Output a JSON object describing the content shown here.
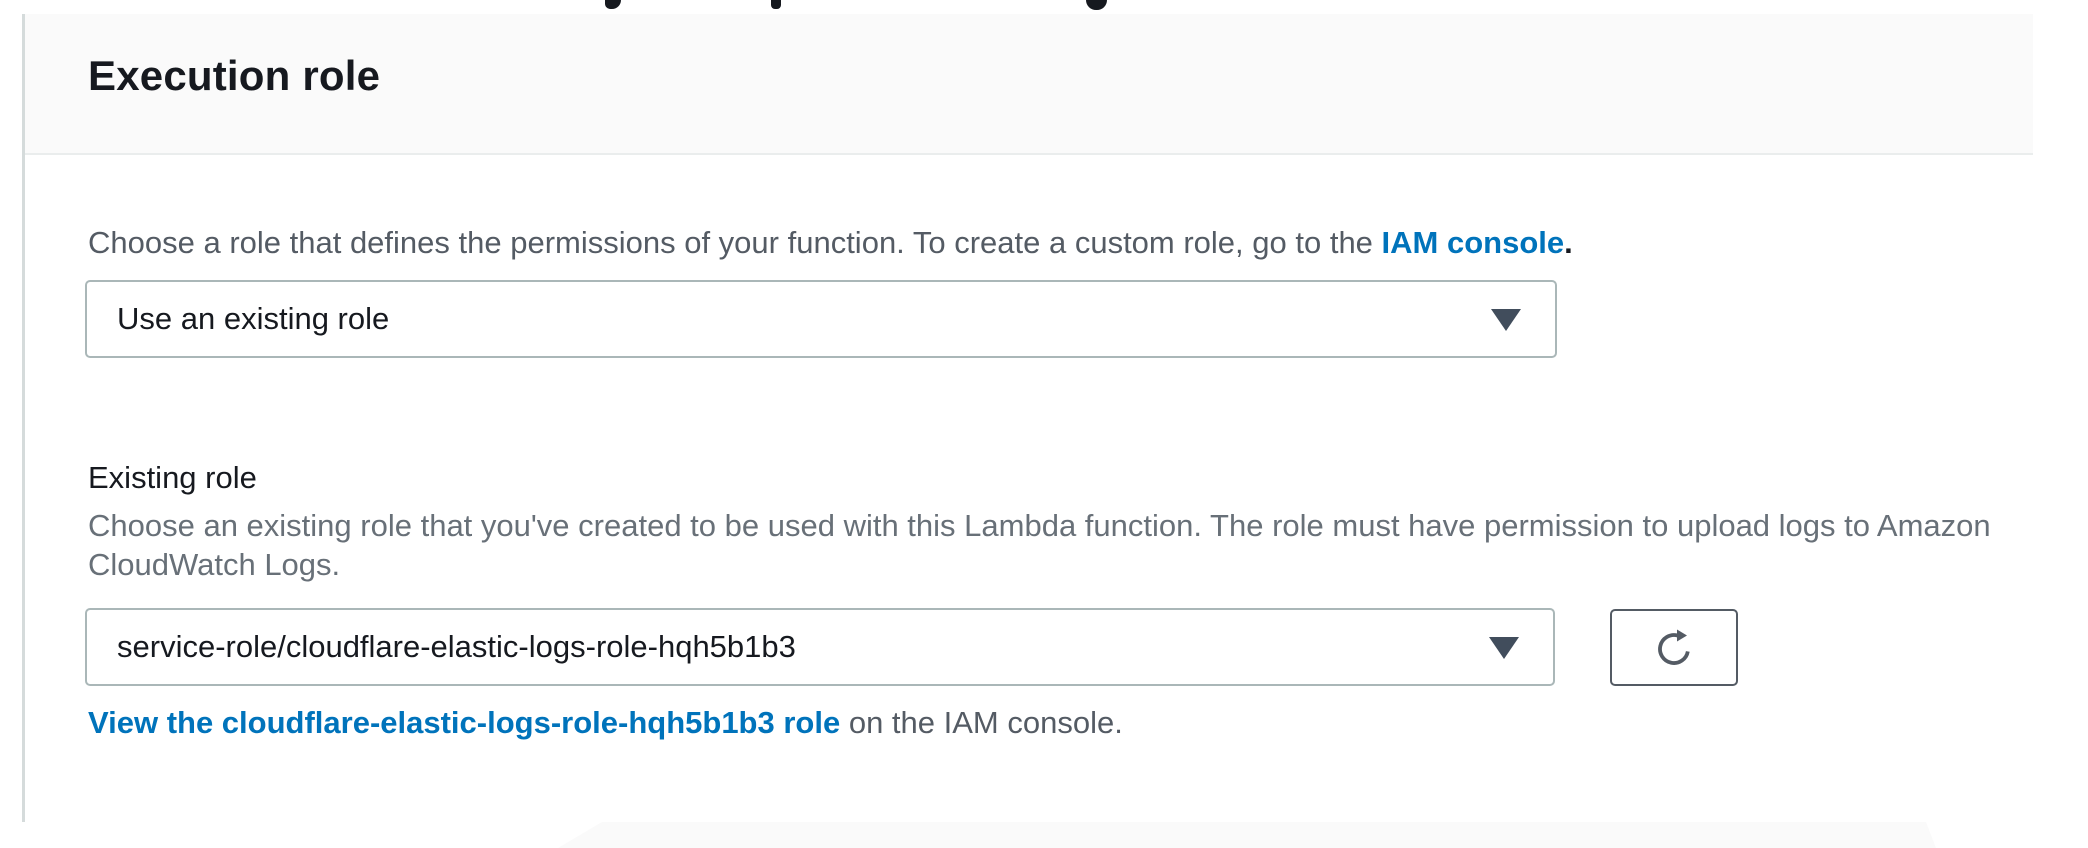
{
  "panel": {
    "title": "Execution role"
  },
  "intro": {
    "text_before_link": "Choose a role that defines the permissions of your function. To create a custom role, go to the ",
    "link_label": "IAM console",
    "text_after_link": "."
  },
  "role_source_select": {
    "value": "Use an existing role"
  },
  "existing_role": {
    "label": "Existing role",
    "description": "Choose an existing role that you've created to be used with this Lambda function. The role must have permission to upload logs to Amazon CloudWatch Logs.",
    "select_value": "service-role/cloudflare-elastic-logs-role-hqh5b1b3",
    "view_link_label": "View the cloudflare-elastic-logs-role-hqh5b1b3 role",
    "view_link_suffix": " on the IAM console."
  },
  "icons": {
    "dropdown_caret": "caret-down",
    "refresh_button": "refresh-arrow"
  },
  "colors": {
    "link_blue": "#0073bb",
    "heading_text": "#16191f",
    "body_text": "#545b64",
    "description_text": "#687078",
    "panel_header_bg": "#fafafa",
    "divider": "#eaeded",
    "control_border": "#aab7b8",
    "button_border": "#545b64",
    "icon_dark": "#414d5c"
  }
}
